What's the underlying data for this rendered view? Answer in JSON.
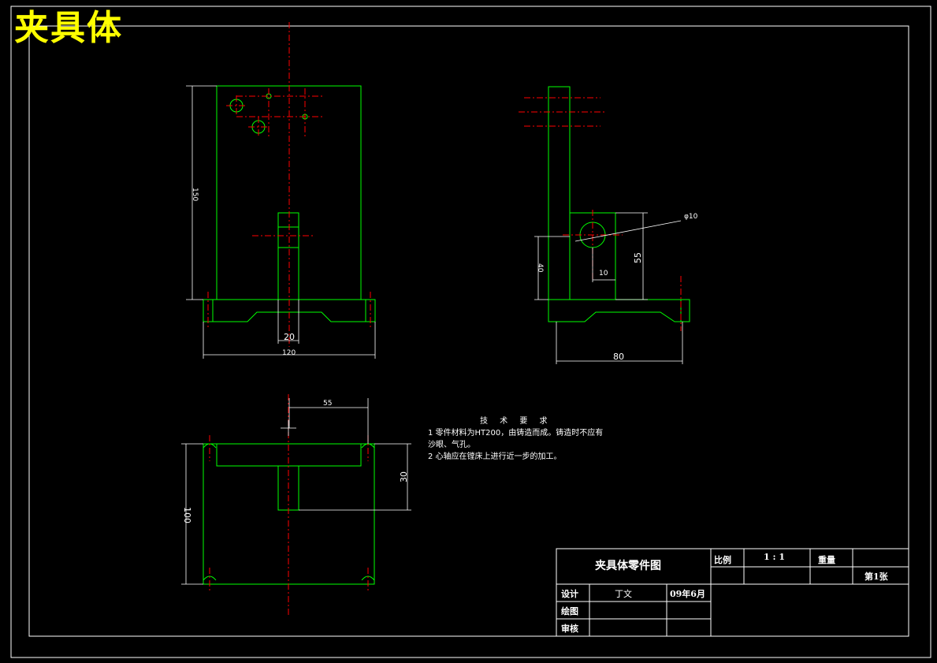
{
  "title": "夹具体",
  "technical_requirements": {
    "heading": "技 术 要 求",
    "lines": [
      "1 零件材料为HT200，由铸造而成。铸造时不应有",
      "沙眼、气孔。",
      "2 心轴应在镗床上进行近一步的加工。"
    ]
  },
  "dimensions": {
    "front_height": "150",
    "front_width": "120",
    "front_slot": "20",
    "side_height": "40",
    "side_width": "80",
    "side_boss_height": "55",
    "side_boss_offset": "10",
    "hole_dia": "φ10",
    "top_offset": "55",
    "top_depth": "30",
    "top_width": "100"
  },
  "title_block": {
    "drawing_name": "夹具体零件图",
    "scale_label": "比例",
    "scale_value": "1 : 1",
    "weight_label": "重量",
    "sheet": "第1张",
    "design_label": "设计",
    "designer": "丁文",
    "date": "09年6月",
    "draw_label": "绘图",
    "review_label": "审核"
  },
  "colors": {
    "outline": "#00ff00",
    "centerline": "#ff0000",
    "dimension": "#ffffff",
    "title": "#ffff00"
  }
}
